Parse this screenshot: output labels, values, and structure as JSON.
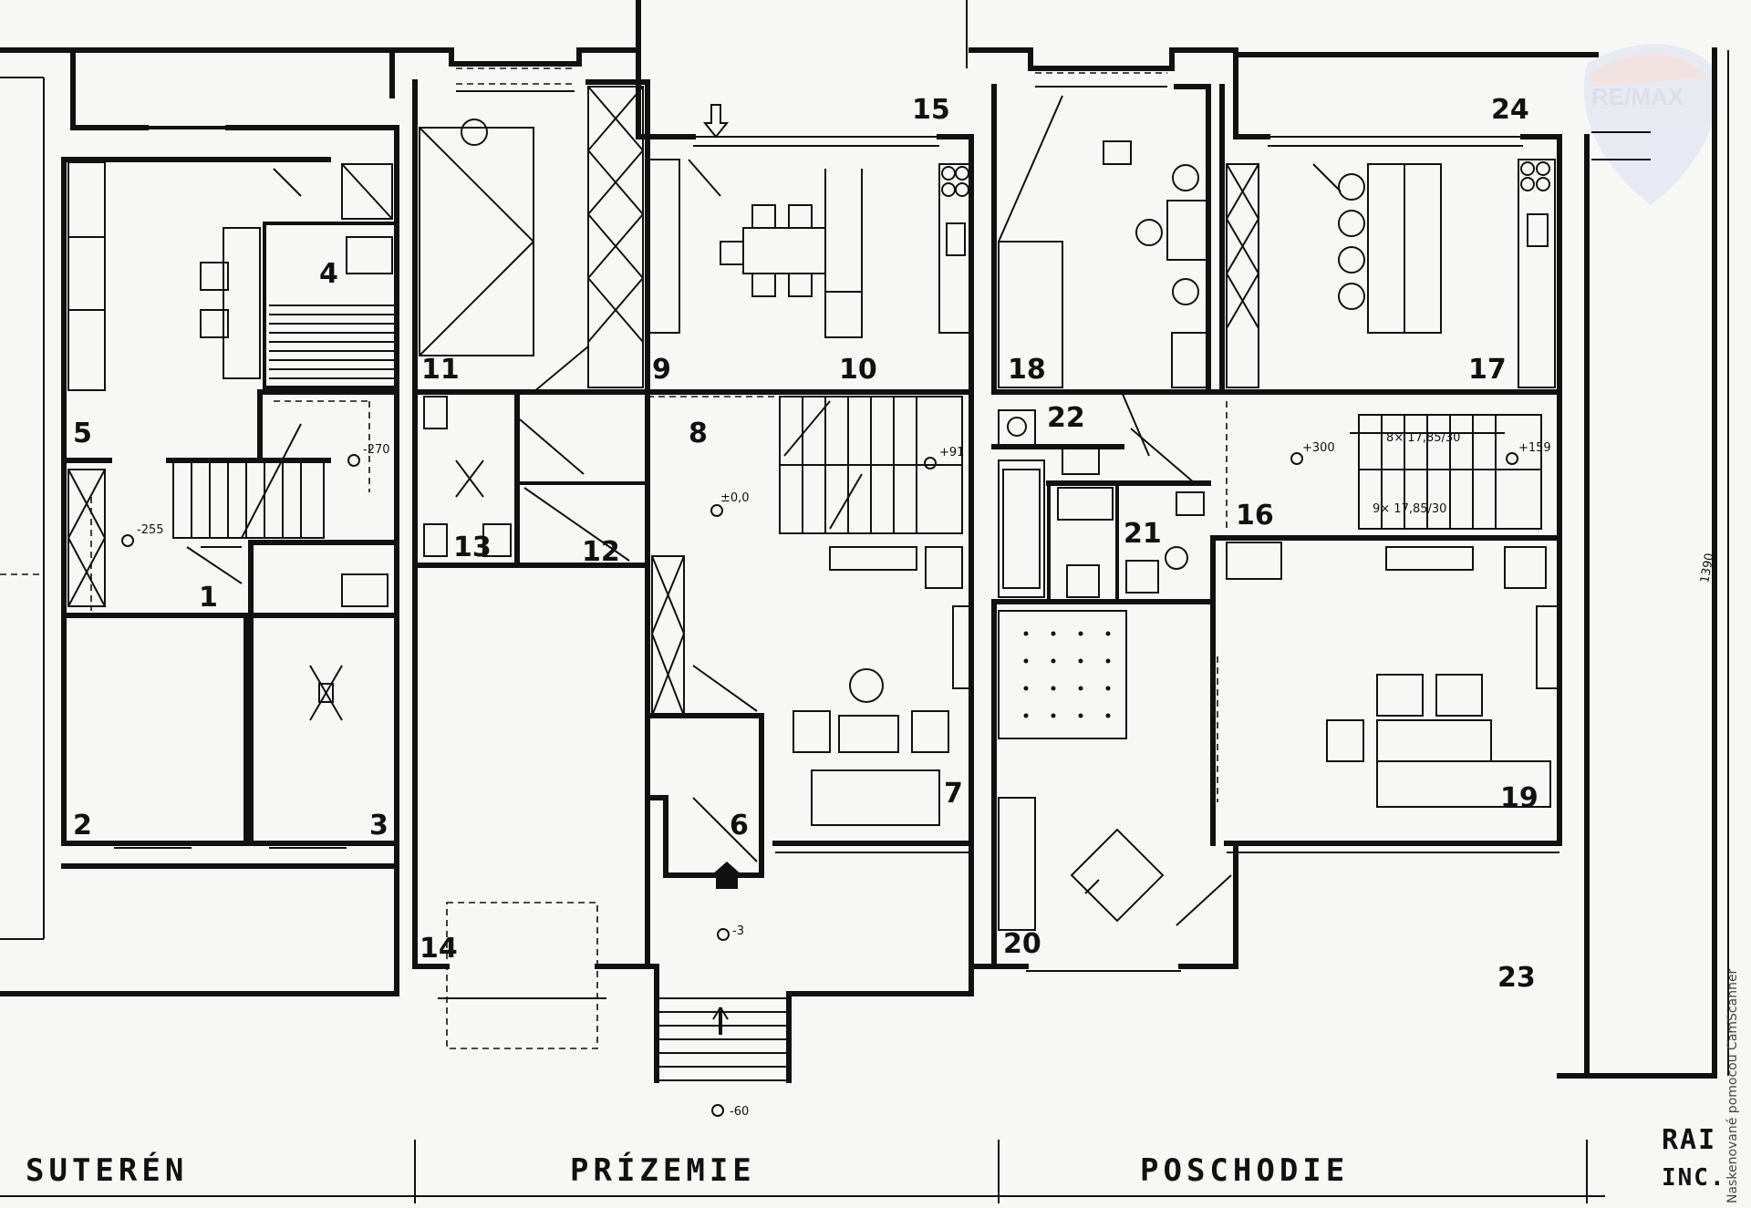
{
  "sections": {
    "basement": "SUTERÉN",
    "ground": "PRÍZEMIE",
    "upper": "POSCHODIE"
  },
  "rooms": {
    "r1": "1",
    "r2": "2",
    "r3": "3",
    "r4": "4",
    "r5": "5",
    "r6": "6",
    "r7": "7",
    "r8": "8",
    "r9": "9",
    "r10": "10",
    "r11": "11",
    "r12": "12",
    "r13": "13",
    "r14": "14",
    "r15": "15",
    "r16": "16",
    "r17": "17",
    "r18": "18",
    "r19": "19",
    "r20": "20",
    "r21": "21",
    "r22": "22",
    "r23": "23",
    "r24": "24"
  },
  "levels": {
    "l270": "-270",
    "l255": "-255",
    "l00": "±0,0",
    "l91": "+91",
    "l3": "-3",
    "l60": "-60",
    "l300": "+300",
    "l159": "+159"
  },
  "stairs": {
    "upper_run1": "8× 17,85/30",
    "upper_run2": "9× 17,85/30"
  },
  "dimension": "1390",
  "corner_text": {
    "line1": "RAI",
    "line2": "INC."
  },
  "logo": {
    "text": "RE/MAX",
    "colors": [
      "#c8cce2",
      "#e4c3c6"
    ]
  },
  "scanner_watermark": "Naskenované pomocou CamScanner",
  "colors": {
    "ink": "#111111",
    "paper": "#f7f8f6"
  }
}
